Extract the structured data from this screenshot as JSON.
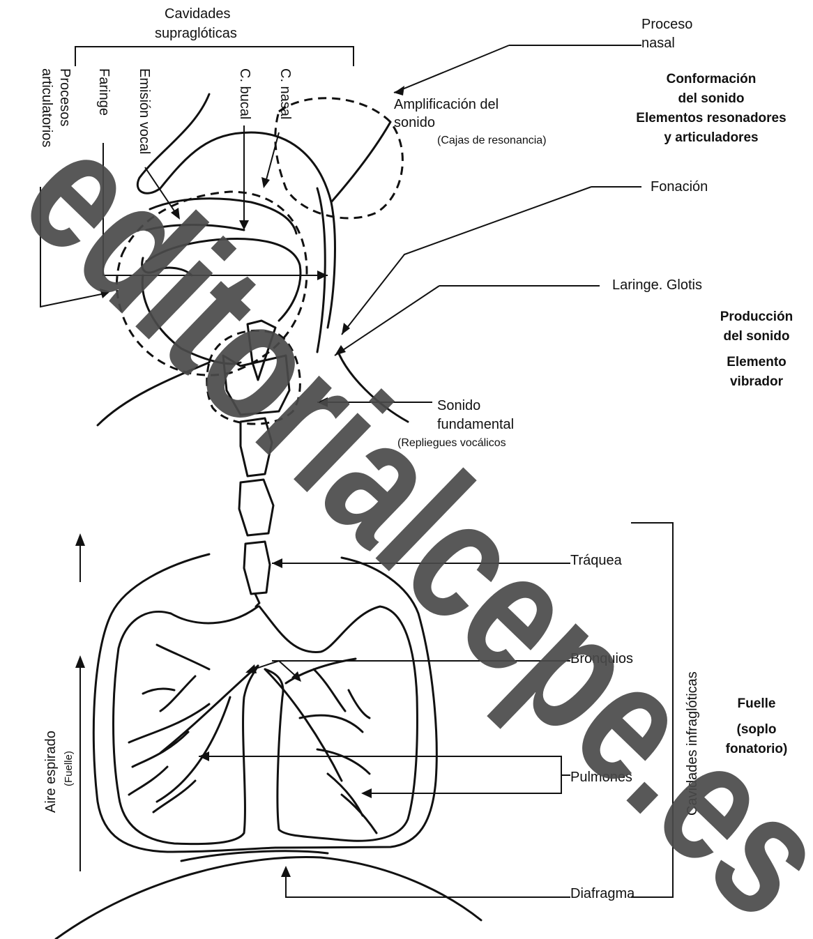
{
  "labels": {
    "cavidades_supra_1": "Cavidades",
    "cavidades_supra_2": "supraglóticas",
    "proceso_nasal_1": "Proceso",
    "proceso_nasal_2": "nasal",
    "amplificacion_1": "Amplificación del",
    "amplificacion_2": "sonido",
    "cajas": "(Cajas de resonancia)",
    "fonacion": "Fonación",
    "laringe": "Laringe. Glotis",
    "sonido_1": "Sonido",
    "sonido_2": "fundamental",
    "repliegues": "(Repliegues vocálicos",
    "traquea": "Tráquea",
    "bronquios": "Bronquios",
    "pulmones": "Pulmones",
    "diafragma": "Diafragma",
    "procesos_1": "Procesos",
    "procesos_2": "articulatorios",
    "faringe": "Faringe",
    "emision": "Emisión vocal",
    "c_bucal": "C. bucal",
    "c_nasal": "C. nasal",
    "aire": "Aire espirado",
    "fuelle_small": "(Fuelle)",
    "cavidades_infra": "Cavidades infraglóticas"
  },
  "side": {
    "conformacion": [
      "Conformación",
      "del sonido",
      "Elementos resonadores",
      "y articuladores"
    ],
    "produccion": [
      "Producción",
      "del sonido"
    ],
    "elemento": [
      "Elemento",
      "vibrador"
    ],
    "fuelle": [
      "Fuelle"
    ],
    "soplo": [
      "(soplo",
      "fonatorio)"
    ]
  },
  "watermark": "editorialcepe.es",
  "colors": {
    "ink": "#111111",
    "watermark": "#4a4a4a"
  }
}
